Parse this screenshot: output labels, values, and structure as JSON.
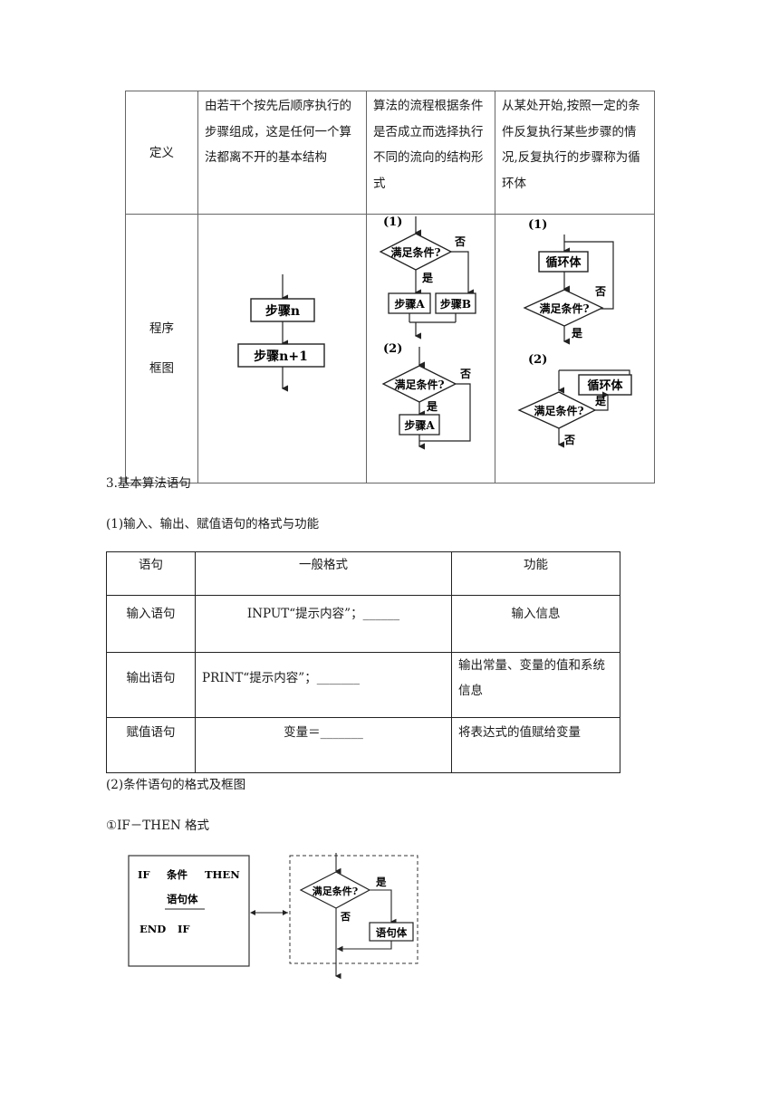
{
  "table1": {
    "definition_label": "定义",
    "definitions": {
      "sequence": "由若干个按先后顺序执行的步骤组成，这是任何一个算法都离不开的基本结构",
      "condition": "算法的流程根据条件是否成立而选择执行不同的流向的结构形式",
      "loop": "从某处开始,按照一定的条件反复执行某些步骤的情况,反复执行的步骤称为循环体"
    },
    "flowchart_label_1": "程序",
    "flowchart_label_2": "框图",
    "seq_chart": {
      "step_n": "步骤n",
      "step_n1": "步骤n+1"
    },
    "cond_chart": {
      "num1": "(1)",
      "num2": "(2)",
      "cond": "满足条件?",
      "no": "否",
      "yes": "是",
      "stepA": "步骤A",
      "stepB": "步骤B"
    },
    "loop_chart": {
      "num1": "(1)",
      "num2": "(2)",
      "body": "循环体",
      "cond": "满足条件?",
      "no": "否",
      "yes": "是"
    }
  },
  "section3_title": "3.基本算法语句",
  "sub1_title": "(1)输入、输出、赋值语句的格式与功能",
  "table2": {
    "headers": [
      "语句",
      "一般格式",
      "功能"
    ],
    "rows": [
      {
        "name": "输入语句",
        "format": "INPUT“提示内容”；______",
        "function": "输入信息"
      },
      {
        "name": "输出语句",
        "format": "PRINT“提示内容”；_______",
        "function": "输出常量、变量的值和系统信息"
      },
      {
        "name": "赋值语句",
        "format": "变量＝_______",
        "function": "将表达式的值赋给变量"
      }
    ]
  },
  "sub2_title": "(2)条件语句的格式及框图",
  "sub2_1_title": "①IF－THEN 格式",
  "if_code": {
    "if": "IF",
    "cond": "条件",
    "then": "THEN",
    "body": "语句体",
    "end": "END",
    "endif": "IF"
  },
  "if_chart": {
    "cond": "满足条件?",
    "yes": "是",
    "no": "否",
    "body": "语句体"
  }
}
